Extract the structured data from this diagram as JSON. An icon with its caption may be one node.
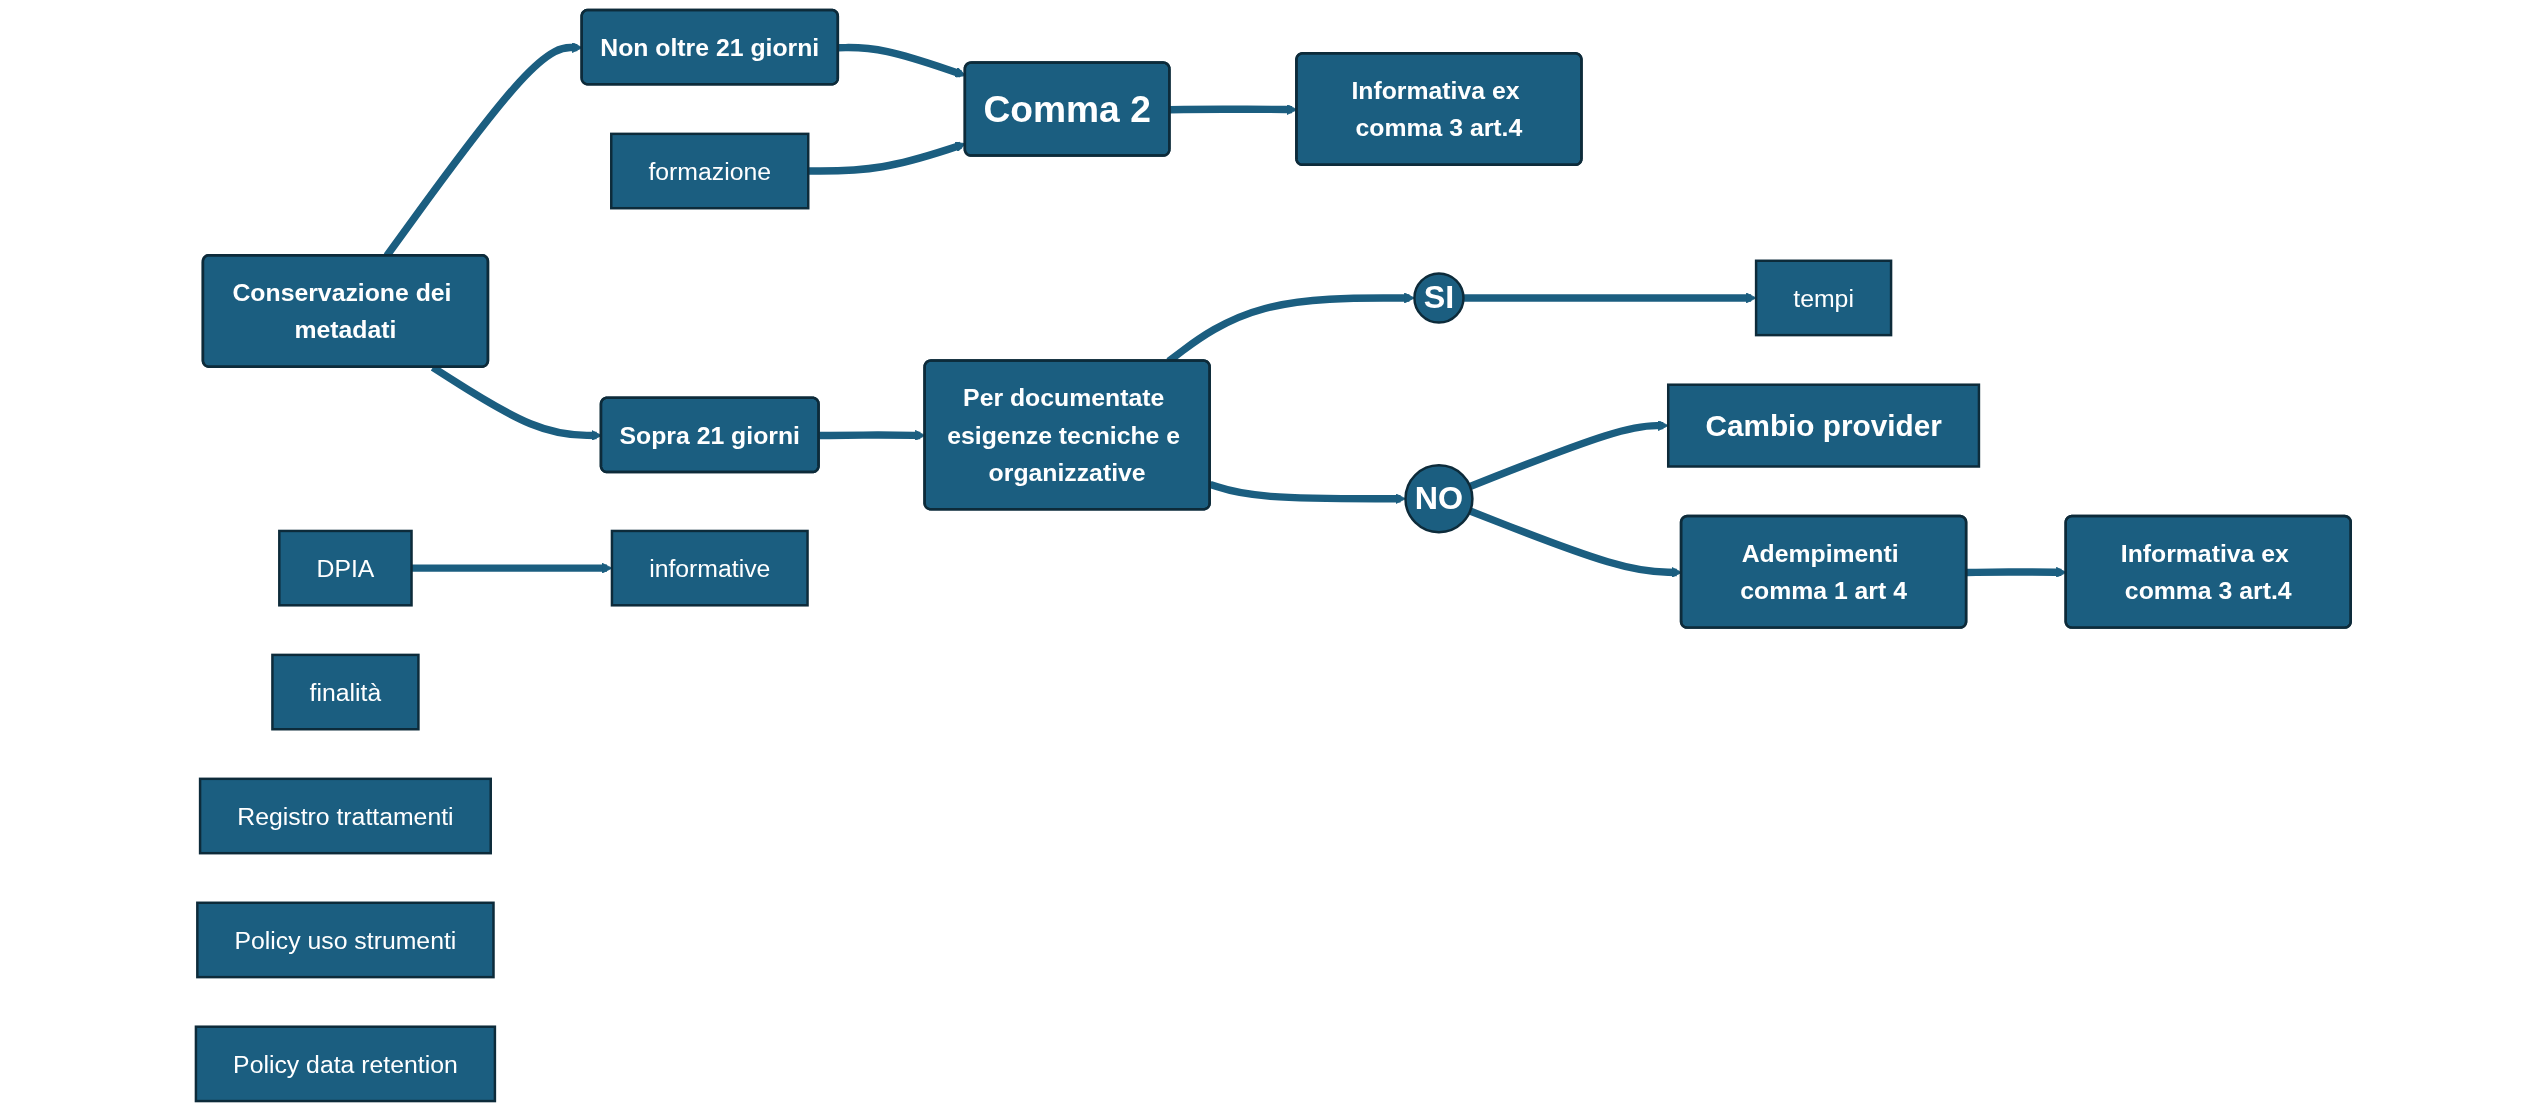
{
  "diagram": {
    "nodes": [
      {
        "text": [
          "Conservazione dei metadati"
        ]
      },
      {
        "text": [
          "Non oltre 21 giorni"
        ]
      },
      {
        "text": [
          "Comma 2"
        ]
      },
      {
        "text": [
          "Informativa ex comma 3 art.4"
        ]
      },
      {
        "text": [
          "Sopra  21 giorni"
        ]
      },
      {
        "text": [
          "Per documentate esigenze tecniche e organizzative"
        ]
      },
      {
        "text": [
          "NO"
        ]
      },
      {
        "text": [
          "SI"
        ]
      },
      {
        "text": [
          "DPIA"
        ]
      },
      {
        "text": [
          "tempi"
        ]
      },
      {
        "text": [
          "finalità"
        ]
      },
      {
        "text": [
          "Registro trattamenti"
        ]
      },
      {
        "text": [
          "formazione"
        ]
      },
      {
        "text": [
          "informative"
        ]
      },
      {
        "text": [
          "Policy uso strumenti"
        ]
      },
      {
        "text": [
          "Policy data retention"
        ]
      },
      {
        "text": [
          "Cambio provider"
        ]
      },
      {
        "text": [
          "Adempimenti comma 1 art 4"
        ]
      },
      {
        "text": [
          "Informativa ex comma 3 art.4"
        ]
      }
    ],
    "edges": [
      {
        "from": 0,
        "to": 1,
        "arrow": "to"
      },
      {
        "from": 1,
        "to": 2,
        "arrow": "to"
      },
      {
        "from": 2,
        "to": 3,
        "arrow": "to"
      },
      {
        "from": 0,
        "to": 4,
        "arrow": "to"
      },
      {
        "from": 4,
        "to": 5,
        "arrow": "to"
      },
      {
        "from": 5,
        "to": 6,
        "arrow": "to"
      },
      {
        "from": 5,
        "to": 7,
        "arrow": "to"
      },
      {
        "from": 7,
        "to": 9,
        "arrow": "to"
      },
      {
        "from": 8,
        "to": 13,
        "arrow": "to"
      },
      {
        "from": 12,
        "to": 2,
        "arrow": "to"
      },
      {
        "from": 6,
        "to": 16,
        "arrow": "to"
      },
      {
        "from": 6,
        "to": 17,
        "arrow": "to"
      },
      {
        "from": 17,
        "to": 18,
        "arrow": "to"
      }
    ]
  }
}
